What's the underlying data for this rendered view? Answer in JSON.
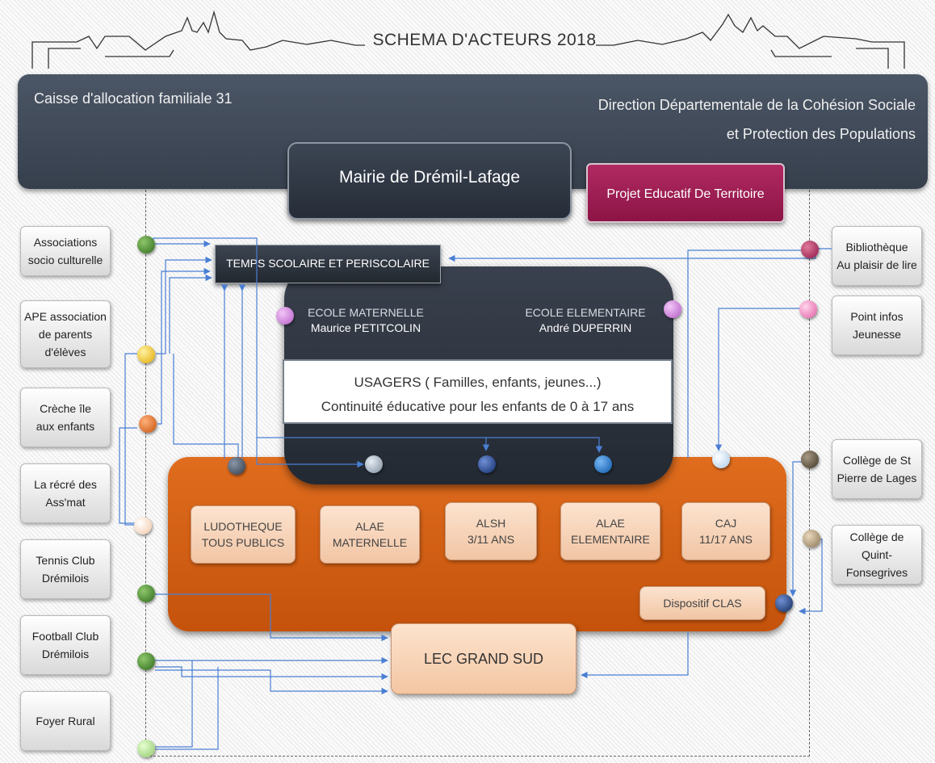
{
  "title": "SCHEMA D'ACTEURS 2018",
  "banner": {
    "left": "Caisse d'allocation familiale 31",
    "right_line1": "Direction Départementale de la Cohésion Sociale",
    "right_line2": "et Protection des Populations"
  },
  "mairie": "Mairie de Drémil-Lafage",
  "pedt": "Projet Educatif De Territoire",
  "temps_scolaire": "TEMPS SCOLAIRE ET PERISCOLAIRE",
  "ecole_maternelle": {
    "line1": "ECOLE MATERNELLE",
    "line2": "Maurice PETITCOLIN"
  },
  "ecole_elementaire": {
    "line1": "ECOLE ELEMENTAIRE",
    "line2": "André DUPERRIN"
  },
  "usagers": {
    "line1": "USAGERS ( Familles, enfants, jeunes...)",
    "line2": "Continuité éducative pour les enfants de 0 à 17 ans"
  },
  "left_actors": [
    "Associations\nsocio culturelle",
    "APE association\nde parents\nd'élèves",
    "Crèche île\naux enfants",
    "La récré des\nAss'mat",
    "Tennis Club\nDrémilois",
    "Football Club\nDrémilois",
    "Foyer Rural"
  ],
  "right_actors": [
    "Bibliothèque\nAu plaisir de lire",
    "Point infos\nJeunesse",
    "Collège de St\nPierre de Lages",
    "Collège de Quint-\nFonsegrives"
  ],
  "activities": [
    "LUDOTHEQUE\nTOUS PUBLICS",
    "ALAE\nMATERNELLE",
    "ALSH\n3/11 ANS",
    "ALAE\nELEMENTAIRE",
    "CAJ\n11/17 ANS"
  ],
  "clas": "Dispositif CLAS",
  "lec": "LEC GRAND SUD",
  "colors": {
    "banner": "#3f4855",
    "pedt": "#9e1d52",
    "orange": "#d65f12",
    "arrow": "#4a7fd4"
  }
}
